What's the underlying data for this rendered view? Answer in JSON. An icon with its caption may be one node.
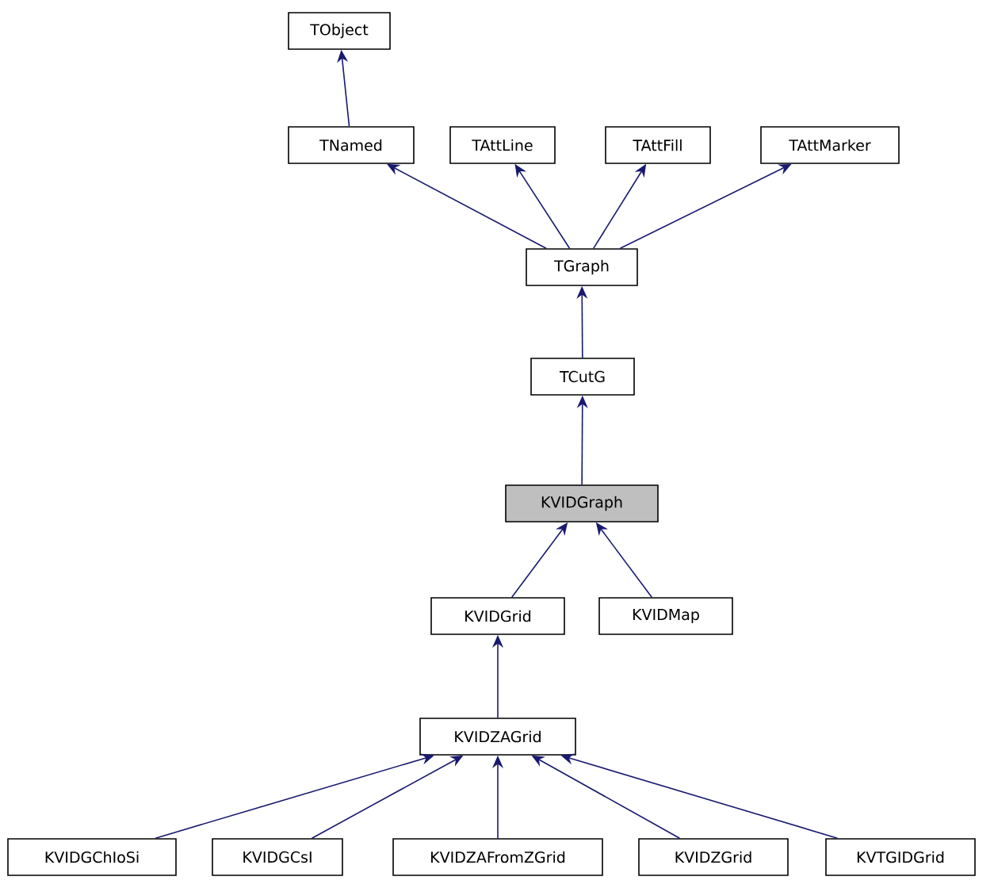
{
  "diagram": {
    "nodes": [
      {
        "text": [
          "TObject"
        ]
      },
      {
        "text": [
          "TNamed"
        ]
      },
      {
        "text": [
          "TAttLine"
        ]
      },
      {
        "text": [
          "TAttFill"
        ]
      },
      {
        "text": [
          "TAttMarker"
        ]
      },
      {
        "text": [
          "TGraph"
        ]
      },
      {
        "text": [
          "TCutG"
        ]
      },
      {
        "text": [
          "KVIDGraph"
        ]
      },
      {
        "text": [
          "KVIDGrid"
        ]
      },
      {
        "text": [
          "KVIDMap"
        ]
      },
      {
        "text": [
          "KVIDZAGrid"
        ]
      },
      {
        "text": [
          "KVIDGChIoSi"
        ]
      },
      {
        "text": [
          "KVIDGCsI"
        ]
      },
      {
        "text": [
          "KVIDZAFromZGrid"
        ]
      },
      {
        "text": [
          "KVIDZGrid"
        ]
      },
      {
        "text": [
          "KVTGIDGrid"
        ]
      }
    ],
    "edges": [
      {
        "from": 1,
        "to": 0,
        "arrow": "to"
      },
      {
        "from": 5,
        "to": 1,
        "arrow": "to"
      },
      {
        "from": 5,
        "to": 2,
        "arrow": "to"
      },
      {
        "from": 5,
        "to": 3,
        "arrow": "to"
      },
      {
        "from": 5,
        "to": 4,
        "arrow": "to"
      },
      {
        "from": 6,
        "to": 5,
        "arrow": "to"
      },
      {
        "from": 7,
        "to": 6,
        "arrow": "to"
      },
      {
        "from": 8,
        "to": 7,
        "arrow": "to"
      },
      {
        "from": 9,
        "to": 7,
        "arrow": "to"
      },
      {
        "from": 10,
        "to": 8,
        "arrow": "to"
      },
      {
        "from": 11,
        "to": 10,
        "arrow": "to"
      },
      {
        "from": 12,
        "to": 10,
        "arrow": "to"
      },
      {
        "from": 13,
        "to": 10,
        "arrow": "to"
      },
      {
        "from": 14,
        "to": 10,
        "arrow": "to"
      },
      {
        "from": 15,
        "to": 10,
        "arrow": "to"
      }
    ]
  }
}
